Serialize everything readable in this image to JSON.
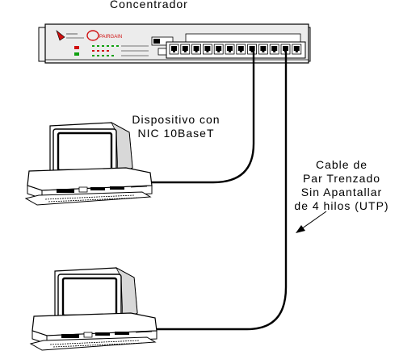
{
  "labels": {
    "hub": "Concentrador",
    "device_line1": "Dispositivo con",
    "device_line2": "NIC 10BaseT",
    "cable_line1": "Cable de",
    "cable_line2": "Par Trenzado",
    "cable_line3": "Sin Apantallar",
    "cable_line4": "de 4 hilos (UTP)"
  },
  "hub": {
    "brand": "Pairgain",
    "port_count": 12
  },
  "colors": {
    "ink": "#000000",
    "chassis": "#e8e8e8",
    "led_red": "#d01010",
    "led_green": "#10a010"
  },
  "icons": [
    "hub-icon",
    "computer-icon",
    "computer-icon",
    "pointer-arrow-icon"
  ]
}
